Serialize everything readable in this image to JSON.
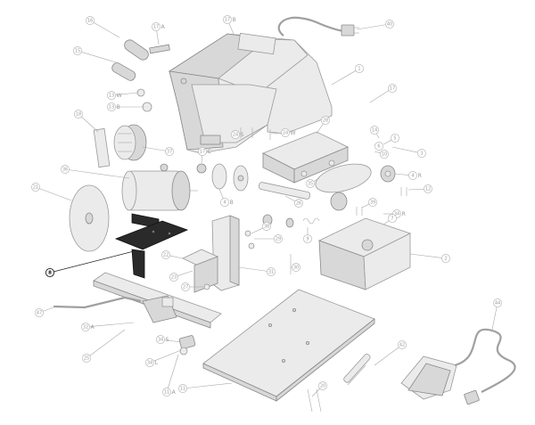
{
  "diagram": {
    "highlighted_callout": "8",
    "callouts": [
      {
        "id": "c16",
        "num": "16",
        "suffix": ""
      },
      {
        "id": "c17a",
        "num": "17",
        "suffix": "A"
      },
      {
        "id": "c17b",
        "num": "17",
        "suffix": "B"
      },
      {
        "id": "c15",
        "num": "15",
        "suffix": ""
      },
      {
        "id": "c40",
        "num": "40",
        "suffix": ""
      },
      {
        "id": "c1",
        "num": "1",
        "suffix": ""
      },
      {
        "id": "c13w",
        "num": "13",
        "suffix": "W"
      },
      {
        "id": "c13b",
        "num": "13",
        "suffix": "B"
      },
      {
        "id": "c18",
        "num": "18",
        "suffix": ""
      },
      {
        "id": "c17",
        "num": "17",
        "suffix": ""
      },
      {
        "id": "c28",
        "num": "28",
        "suffix": ""
      },
      {
        "id": "c24s",
        "num": "24",
        "suffix": "S"
      },
      {
        "id": "c24w",
        "num": "24",
        "suffix": "W"
      },
      {
        "id": "c37",
        "num": "37",
        "suffix": ""
      },
      {
        "id": "c17c",
        "num": "17",
        "suffix": "C"
      },
      {
        "id": "c36",
        "num": "36",
        "suffix": ""
      },
      {
        "id": "c35",
        "num": "35",
        "suffix": ""
      },
      {
        "id": "c3",
        "num": "3",
        "suffix": ""
      },
      {
        "id": "c4r",
        "num": "4",
        "suffix": "R"
      },
      {
        "id": "c12",
        "num": "12",
        "suffix": ""
      },
      {
        "id": "c14",
        "num": "14",
        "suffix": ""
      },
      {
        "id": "c5",
        "num": "5",
        "suffix": ""
      },
      {
        "id": "c10",
        "num": "10",
        "suffix": ""
      },
      {
        "id": "c6",
        "num": "6",
        "suffix": ""
      },
      {
        "id": "c21",
        "num": "21",
        "suffix": ""
      },
      {
        "id": "c4b",
        "num": "4",
        "suffix": "B"
      },
      {
        "id": "c26",
        "num": "26",
        "suffix": ""
      },
      {
        "id": "c39",
        "num": "39",
        "suffix": ""
      },
      {
        "id": "c34r",
        "num": "34",
        "suffix": "R"
      },
      {
        "id": "c9",
        "num": "9",
        "suffix": ""
      },
      {
        "id": "c7",
        "num": "7",
        "suffix": ""
      },
      {
        "id": "c8",
        "num": "8",
        "suffix": ""
      },
      {
        "id": "c22",
        "num": "22",
        "suffix": ""
      },
      {
        "id": "c23",
        "num": "23",
        "suffix": ""
      },
      {
        "id": "c27",
        "num": "27",
        "suffix": ""
      },
      {
        "id": "c29",
        "num": "29",
        "suffix": ""
      },
      {
        "id": "c38",
        "num": "38",
        "suffix": ""
      },
      {
        "id": "c31",
        "num": "31",
        "suffix": ""
      },
      {
        "id": "c30",
        "num": "30",
        "suffix": ""
      },
      {
        "id": "c2",
        "num": "2",
        "suffix": ""
      },
      {
        "id": "c44",
        "num": "44",
        "suffix": ""
      },
      {
        "id": "c47",
        "num": "47",
        "suffix": ""
      },
      {
        "id": "c32a",
        "num": "32",
        "suffix": "A"
      },
      {
        "id": "c25",
        "num": "25",
        "suffix": ""
      },
      {
        "id": "c34s",
        "num": "34",
        "suffix": "S"
      },
      {
        "id": "c34l",
        "num": "34",
        "suffix": "L"
      },
      {
        "id": "c42",
        "num": "42",
        "suffix": ""
      },
      {
        "id": "c11a",
        "num": "11",
        "suffix": "A"
      },
      {
        "id": "c11",
        "num": "11",
        "suffix": ""
      },
      {
        "id": "c20",
        "num": "20",
        "suffix": ""
      }
    ]
  }
}
